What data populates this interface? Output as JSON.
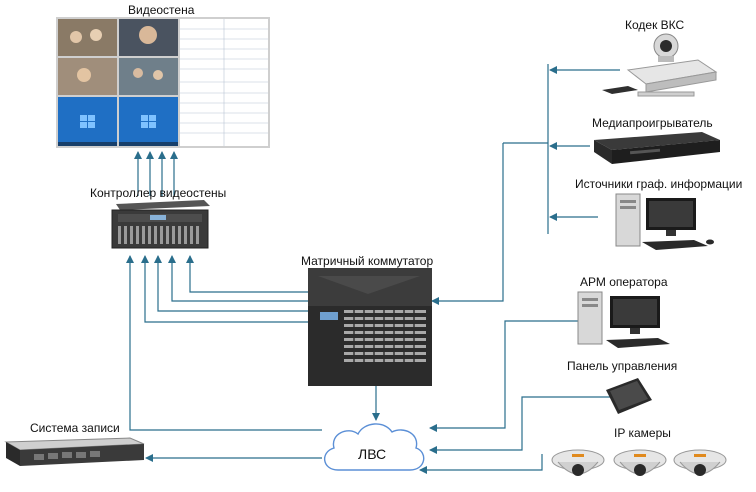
{
  "colors": {
    "link": "#2a6e8c",
    "equipment_dark": "#2b2b2b",
    "screen_blue": "#1f6fc4",
    "cloud_stroke": "#5b8fd6"
  },
  "nodes": {
    "videowall": "Видеостена",
    "videowall_controller": "Контроллер видеостены",
    "matrix_switch": "Матричный коммутатор",
    "vks_codec": "Кодек ВКС",
    "media_player": "Медиапроигрыватель",
    "graphic_sources": "Источники граф. информации",
    "operator_workstation": "АРМ оператора",
    "control_panel": "Панель управления",
    "ip_cameras": "IP камеры",
    "recording_system": "Система записи",
    "lan": "ЛВС"
  },
  "icons": [
    "videowall-icon",
    "controller-chassis-icon",
    "matrix-switch-icon",
    "vks-codec-icon",
    "media-player-icon",
    "desktop-computer-icon",
    "touch-panel-icon",
    "dome-camera-icon",
    "rack-server-icon",
    "cloud-icon"
  ]
}
